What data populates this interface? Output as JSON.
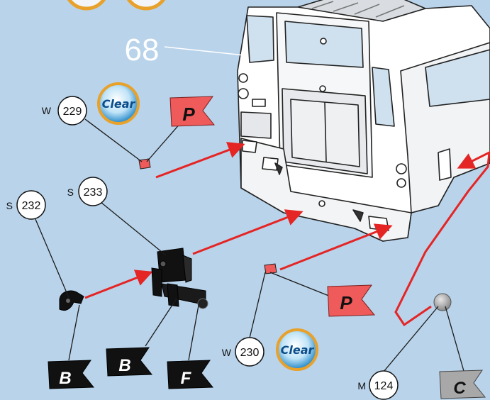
{
  "step_number": "68",
  "parts": [
    {
      "prefix": "W",
      "number": "229"
    },
    {
      "prefix": "S",
      "number": "233"
    },
    {
      "prefix": "S",
      "number": "232"
    },
    {
      "prefix": "W",
      "number": "230"
    },
    {
      "prefix": "M",
      "number": "124"
    }
  ],
  "paint_badge": "Clear",
  "paint_flags": {
    "top_red": "P",
    "bottom_red": "P",
    "black_left": "B",
    "black_mid": "B",
    "black_f": "F",
    "grey": "C"
  },
  "colors": {
    "background": "#b9d3ea",
    "arrow": "#e52424",
    "flag_red": "#ef5a5a",
    "flag_black": "#111111",
    "flag_grey": "#a8a8a8",
    "badge_ring": "#e8a12a",
    "badge_fill": "#2b8fd0"
  }
}
